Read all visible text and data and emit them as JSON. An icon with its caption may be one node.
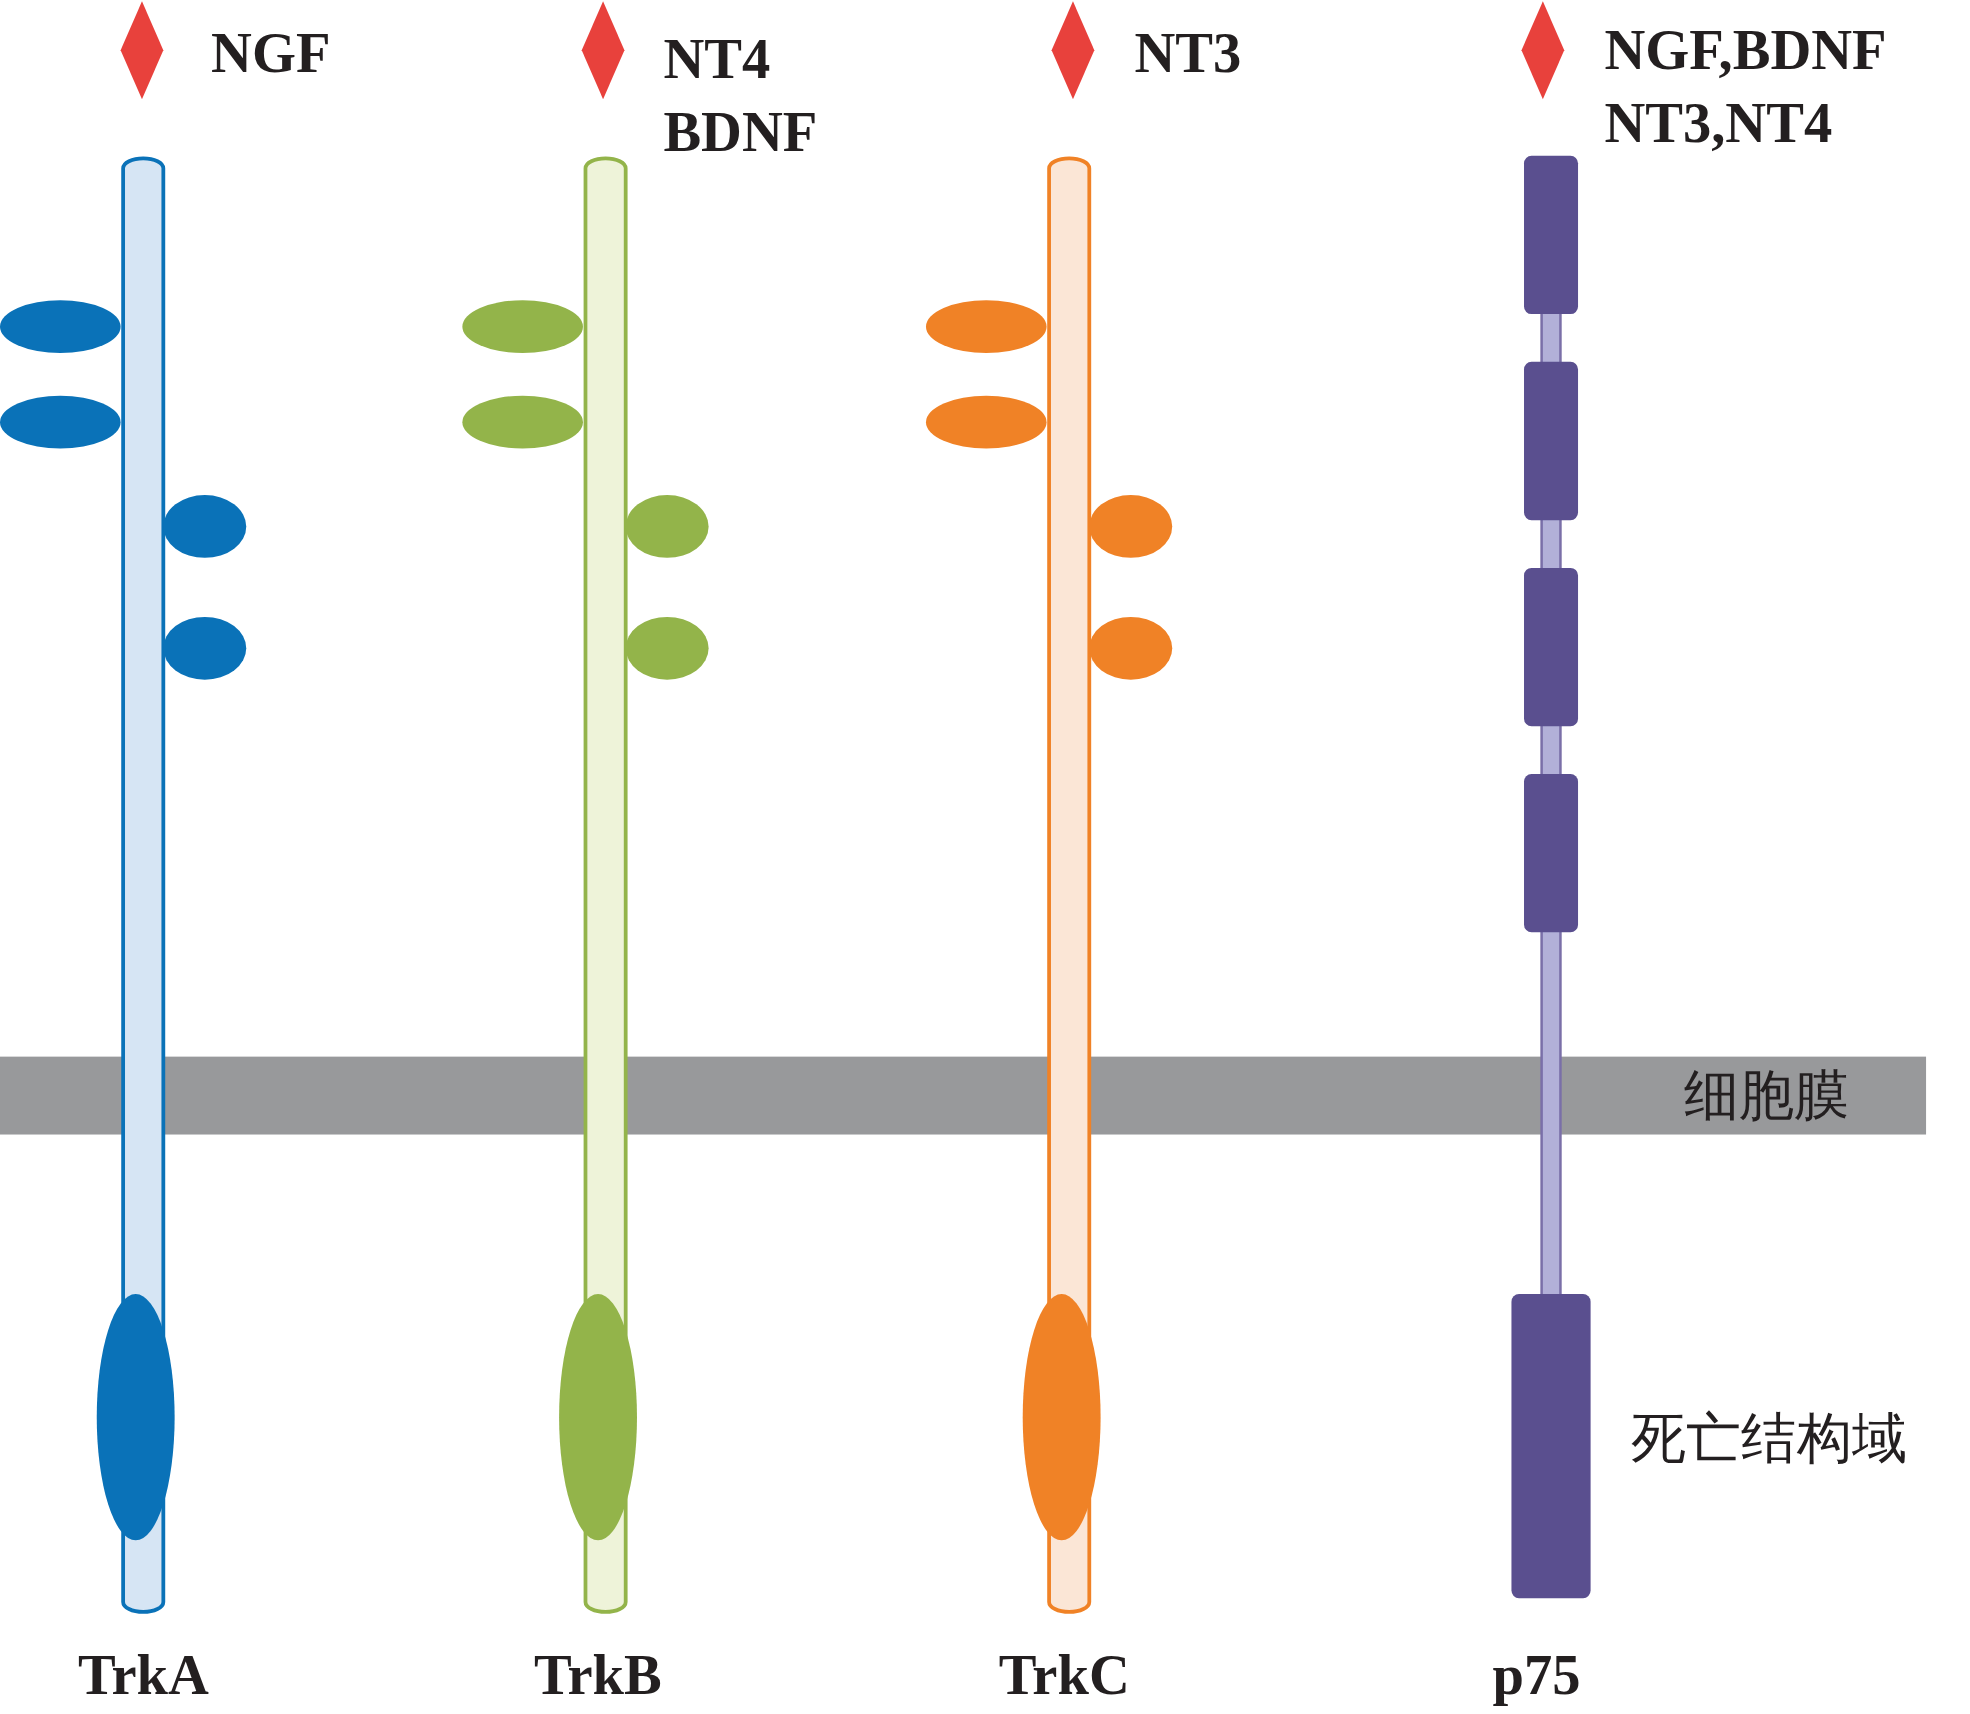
{
  "diagram": {
    "labels": [
      "NGF",
      "NT4 BDNF",
      "NT3",
      "NGF,BDNF NT3,NT4",
      "细胞膜",
      "死亡结构域",
      "TrkA",
      "TrkB",
      "TrkC",
      "p75"
    ]
  }
}
